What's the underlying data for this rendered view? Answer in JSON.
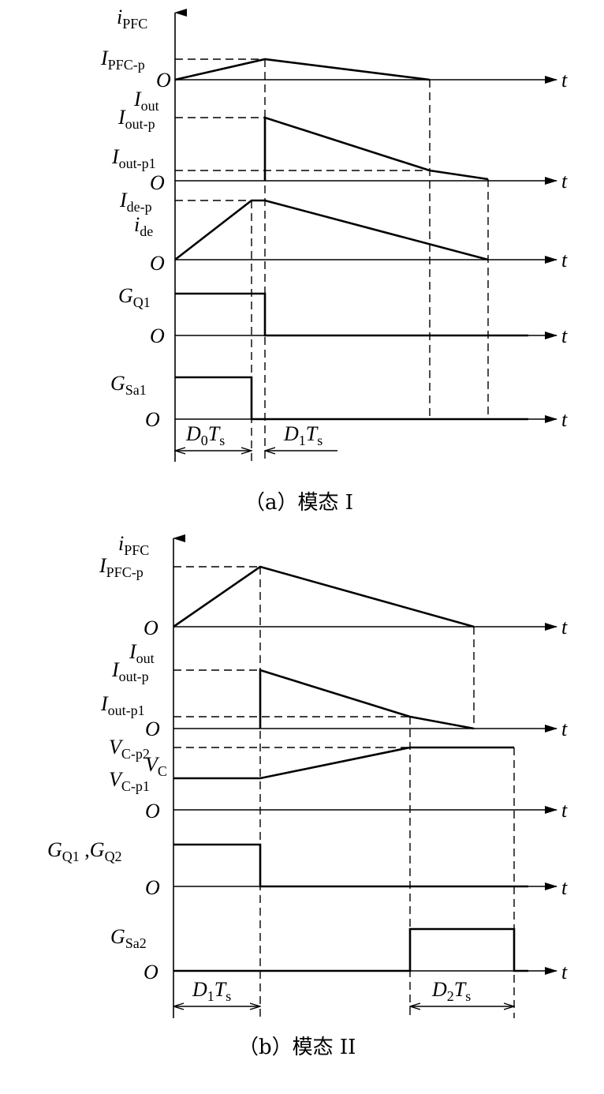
{
  "figure_a": {
    "caption": "（a）模态 I",
    "axis_var": "t",
    "origin": "O",
    "i_pfc_axis": {
      "main": "i",
      "sub": "PFC"
    },
    "i_pfc_peak": {
      "main": "I",
      "sub": "PFC-p"
    },
    "i_out_label": {
      "main": "I",
      "sub": "out"
    },
    "i_out_peak": {
      "main": "I",
      "sub": "out-p"
    },
    "i_out_p1": {
      "main": "I",
      "sub": "out-p1"
    },
    "i_de_peak": {
      "main": "I",
      "sub": "de-p"
    },
    "i_de_label": {
      "main": "i",
      "sub": "de"
    },
    "g_q1": {
      "main": "G",
      "sub": "Q1"
    },
    "g_sa1": {
      "main": "G",
      "sub": "Sa1"
    },
    "d0ts": {
      "d": "D",
      "dsub": "0",
      "t": "T",
      "tsub": "s"
    },
    "d1ts": {
      "d": "D",
      "dsub": "1",
      "t": "T",
      "tsub": "s"
    }
  },
  "figure_b": {
    "caption": "（b）模态 II",
    "axis_var": "t",
    "origin": "O",
    "i_pfc_axis": {
      "main": "i",
      "sub": "PFC"
    },
    "i_pfc_peak": {
      "main": "I",
      "sub": "PFC-p"
    },
    "i_out_label": {
      "main": "I",
      "sub": "out"
    },
    "i_out_peak": {
      "main": "I",
      "sub": "out-p"
    },
    "i_out_p1": {
      "main": "I",
      "sub": "out-p1"
    },
    "vc_p2": {
      "main": "V",
      "sub1": "C",
      "sub2": "-p2"
    },
    "vc_label": {
      "main": "V",
      "sub": "C"
    },
    "vc_p1": {
      "main": "V",
      "sub1": "C",
      "sub2": "-p1"
    },
    "g_q1q2": {
      "g1": "G",
      "s1": "Q1",
      "comma": " ,",
      "g2": "G",
      "s2": "Q2"
    },
    "g_sa2": {
      "main": "G",
      "sub": "Sa2"
    },
    "d1ts": {
      "d": "D",
      "dsub": "1",
      "t": "T",
      "tsub": "s"
    },
    "d2ts": {
      "d": "D",
      "dsub": "2",
      "t": "T",
      "tsub": "s"
    }
  }
}
